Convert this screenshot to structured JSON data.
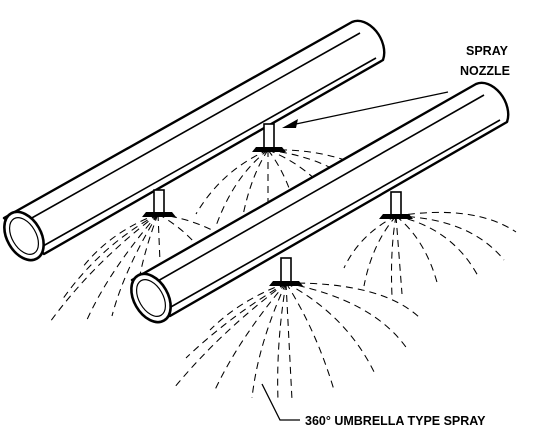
{
  "labels": {
    "nozzle_line1": "SPRAY",
    "nozzle_line2": "NOZZLE",
    "spray_type": "360° UMBRELLA TYPE SPRAY"
  }
}
